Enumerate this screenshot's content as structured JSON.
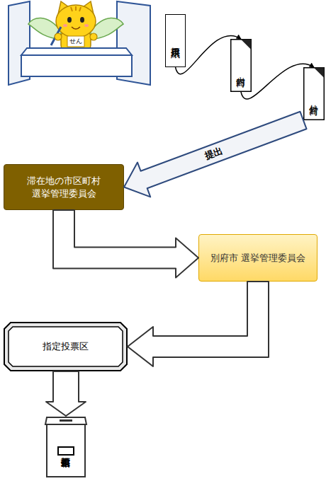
{
  "diagram": {
    "nodes": [
      {
        "text": [
          "投票用紙"
        ]
      },
      {
        "text": [
          "内封筒"
        ]
      },
      {
        "text": [
          "外封筒"
        ]
      },
      {
        "text": [
          "滞在地の市区町村 選挙管理委員会"
        ]
      },
      {
        "text": [
          "別府市 選挙管理委員会"
        ]
      },
      {
        "text": [
          "指定投票区"
        ]
      },
      {
        "text": [
          "投票箱"
        ]
      }
    ],
    "edges": [
      {
        "from": 0,
        "to": 1,
        "arrow": "to"
      },
      {
        "from": 1,
        "to": 2,
        "arrow": "to"
      },
      {
        "from": 2,
        "to": 3,
        "label": "提出",
        "arrow": "to"
      },
      {
        "from": 3,
        "to": 4,
        "arrow": "to"
      },
      {
        "from": 4,
        "to": 5,
        "arrow": "to"
      },
      {
        "from": 5,
        "to": 6,
        "arrow": "to"
      }
    ],
    "labels": [
      "せん"
    ]
  }
}
